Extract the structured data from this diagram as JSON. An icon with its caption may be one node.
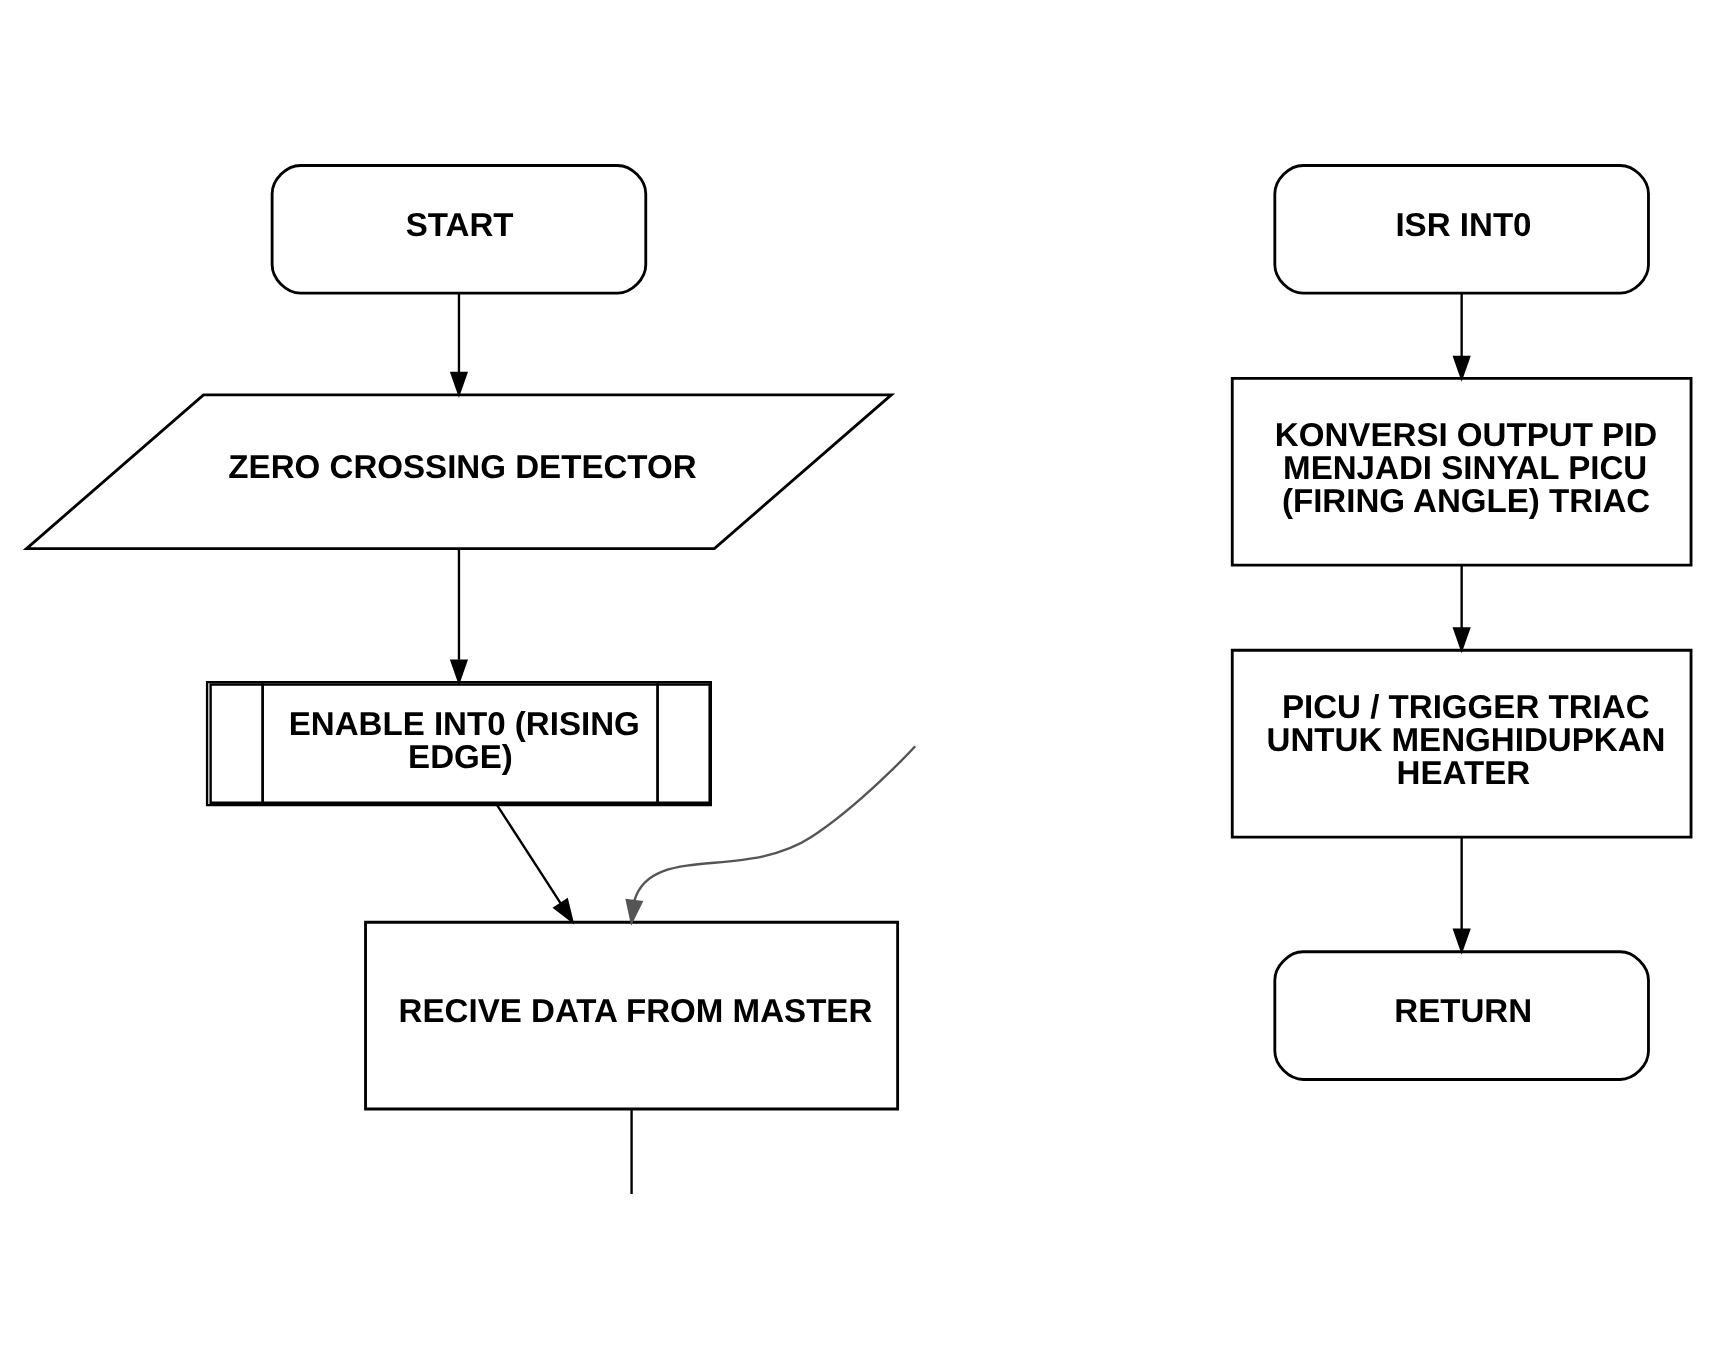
{
  "diagram": {
    "nodes": [
      {
        "text": [
          "START"
        ]
      },
      {
        "text": [
          "ZERO CROSSING DETECTOR"
        ]
      },
      {
        "text": [
          "ENABLE INT0 (RISING EDGE)"
        ]
      },
      {
        "text": [
          "RECIVE DATA FROM MASTER"
        ]
      },
      {
        "text": [
          "ISR INT0"
        ]
      },
      {
        "text": [
          "KONVERSI OUTPUT PID MENJADI SINYAL PICU (FIRING ANGLE) TRIAC"
        ]
      },
      {
        "text": [
          "PICU / TRIGGER TRIAC UNTUK MENGHIDUPKAN HEATER"
        ]
      },
      {
        "text": [
          "RETURN"
        ]
      }
    ],
    "edges": [
      {
        "from": 0,
        "to": 1,
        "arrow": "to"
      },
      {
        "from": 1,
        "to": 2,
        "arrow": "to"
      },
      {
        "from": 2,
        "to": 3,
        "arrow": "to"
      },
      {
        "from": null,
        "to": 3,
        "arrow": "to",
        "color": "#555555"
      },
      {
        "from": 3,
        "to": null,
        "arrow": "none"
      },
      {
        "from": 4,
        "to": 5,
        "arrow": "to"
      },
      {
        "from": 5,
        "to": 6,
        "arrow": "to"
      },
      {
        "from": 6,
        "to": 7,
        "arrow": "to"
      }
    ]
  }
}
